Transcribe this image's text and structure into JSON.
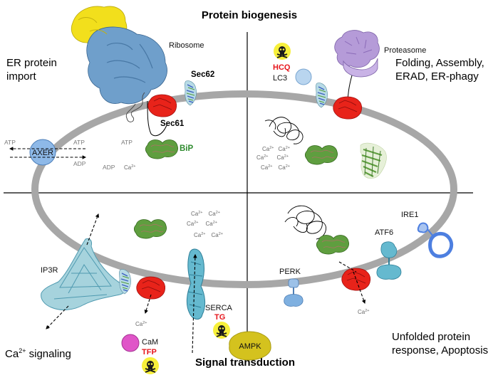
{
  "titles": {
    "top": "Protein biogenesis",
    "bottom": "Signal transduction"
  },
  "quadrants": {
    "top_left": [
      "ER protein",
      "import"
    ],
    "top_right": [
      "Folding, Assembly,",
      "ERAD, ER-phagy"
    ],
    "bottom_left": {
      "prefix": "Ca",
      "sup": "2+",
      "suffix": " signaling"
    },
    "bottom_right": [
      "Unfolded protein",
      "response, Apoptosis"
    ]
  },
  "labels": {
    "ribosome": "Ribosome",
    "sec62": "Sec62",
    "sec61": "Sec61",
    "proteasome": "Proteasome",
    "lc3": "LC3",
    "hcq": "HCQ",
    "bip": "BiP",
    "axer": "AXER",
    "ip3r": "IP3R",
    "serca": "SERCA",
    "tg": "TG",
    "cam": "CaM",
    "tfp": "TFP",
    "ampk": "AMPK",
    "perk": "PERK",
    "atf6": "ATF6",
    "ire1": "IRE1"
  },
  "axer_exchange": {
    "atp_outer": "ATP",
    "atp_inner": "ATP",
    "adp_inner": "ADP",
    "atp_lumen": "ATP",
    "adp_lumen": "ADP"
  },
  "calcium": {
    "base": "Ca",
    "charge": "2+"
  },
  "colors": {
    "membrane": "#a7a7a7",
    "translocon": "#e8231a",
    "chaperone": "#5f9e3f",
    "ribosome_small": "#f2df1c",
    "ribosome_large": "#6f9fcb",
    "proteasome": "#b59bd8",
    "channel": "#65b9cf",
    "inhibitor_red": "#e6151b",
    "toxin_yellow": "#f7f03b",
    "cam": "#e055c8",
    "ampk": "#d4c21e",
    "ire1": "#4d7fe0"
  },
  "icons": [
    "skull-crossbones-icon",
    "ribosome-icon",
    "proteasome-icon",
    "chaperone-icon",
    "channel-icon"
  ]
}
